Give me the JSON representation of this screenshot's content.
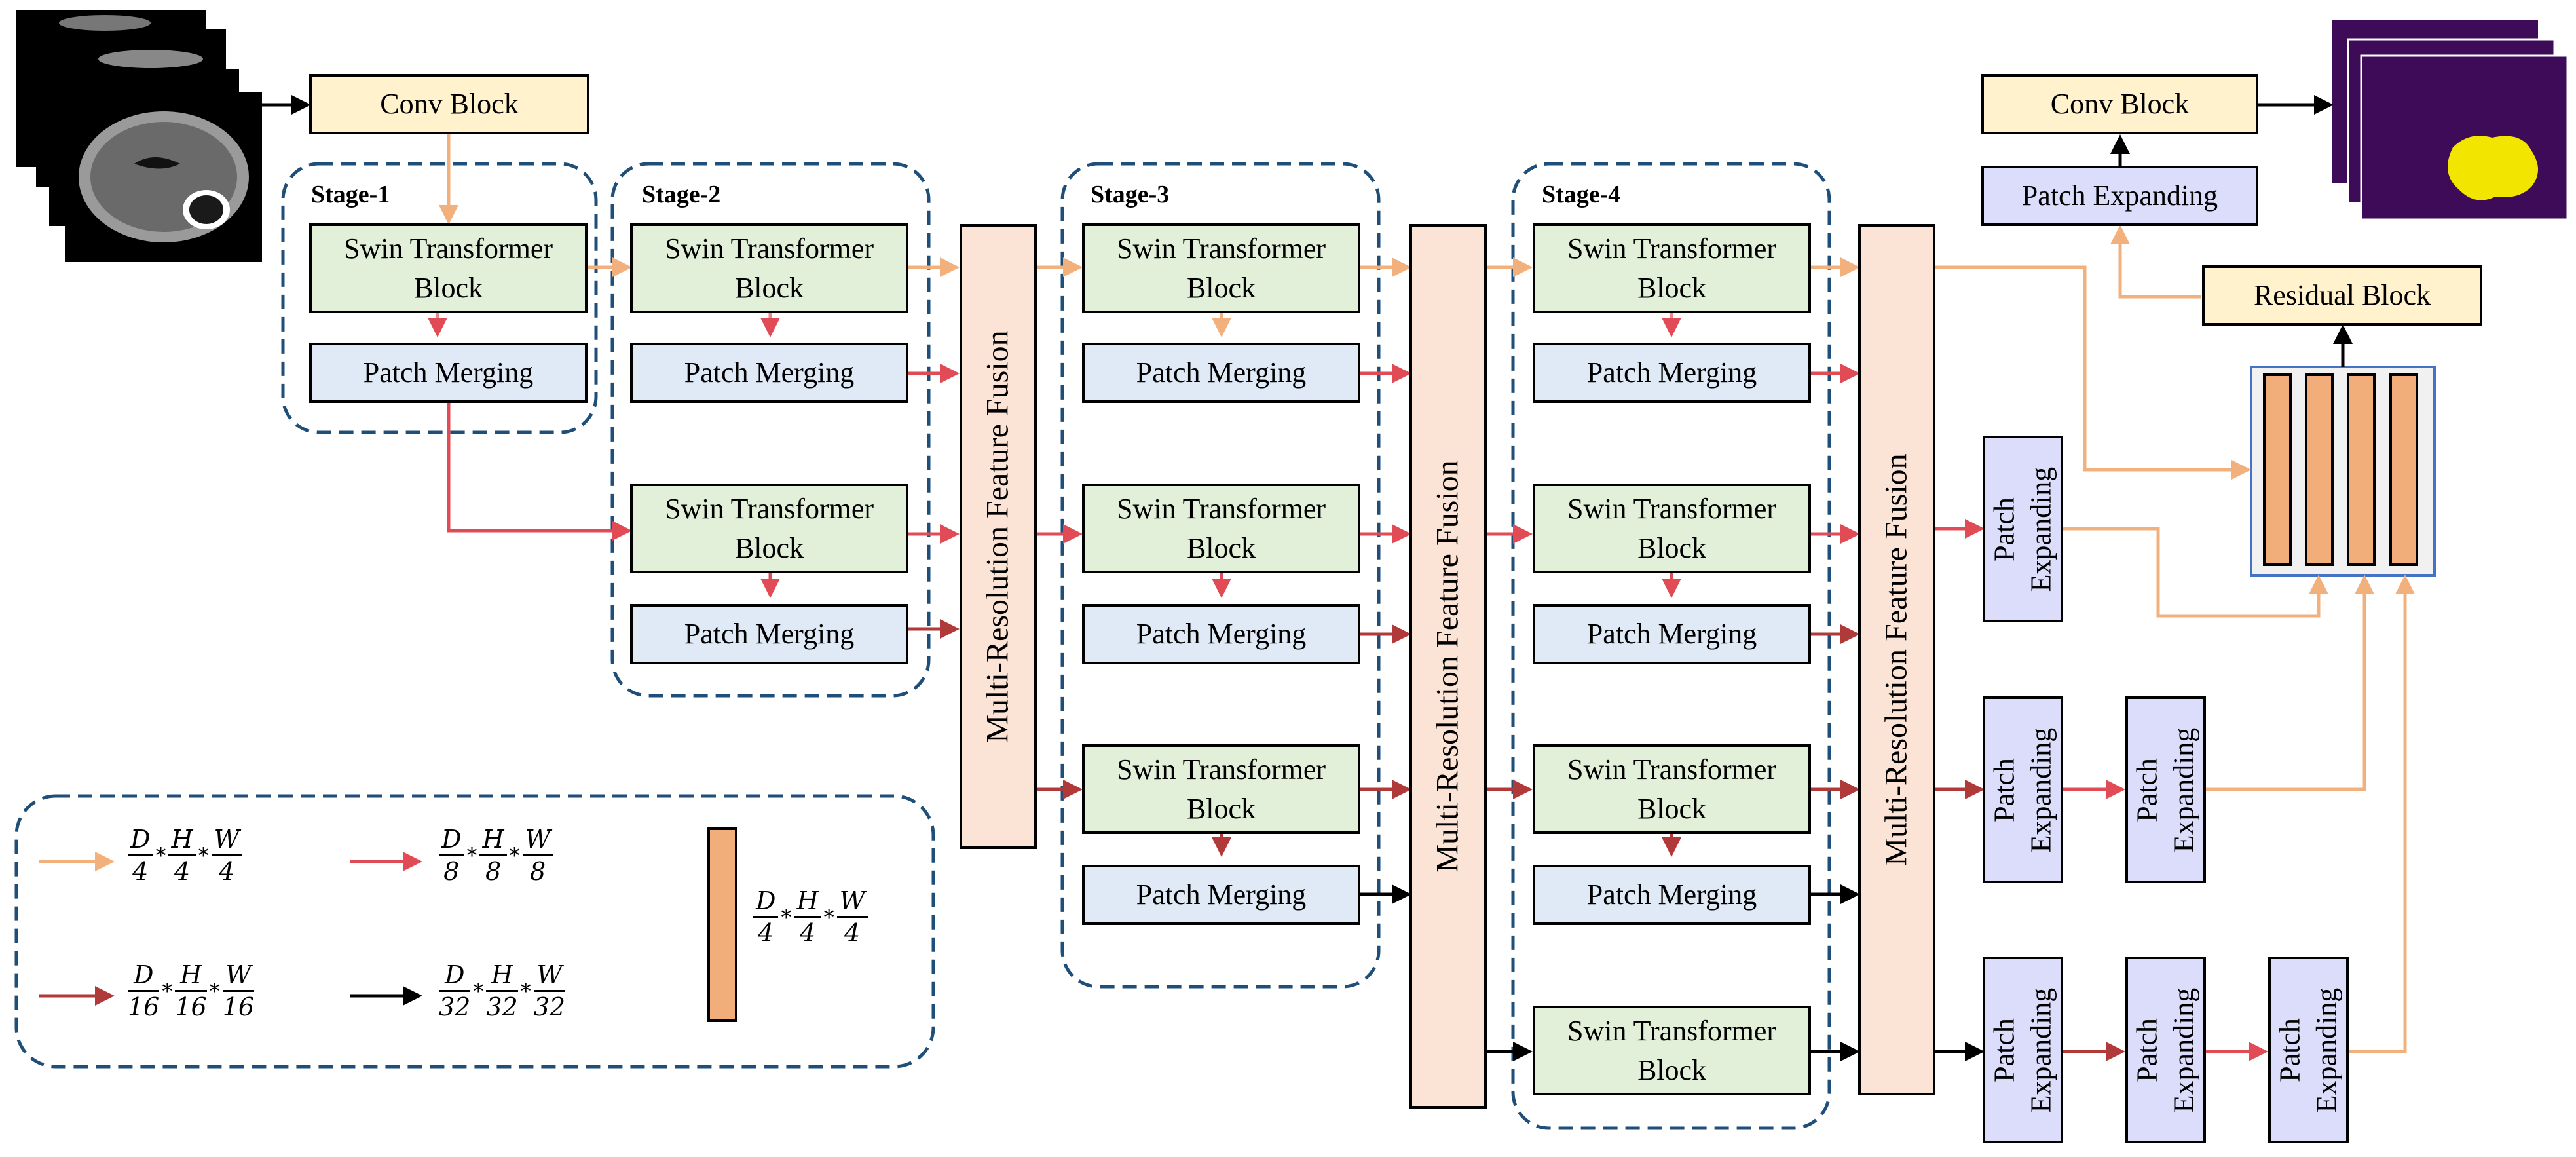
{
  "colors": {
    "orange_arrow": "#f2b07c",
    "red_arrow": "#e04b55",
    "darkred_arrow": "#b03a3a",
    "black_arrow": "#000000",
    "stage_border": "#1f4e79",
    "swin_fill": "#e2efd9",
    "merge_fill": "#dfeaf6",
    "conv_fill": "#fff2cc",
    "fusion_fill": "#fbe3d6",
    "pexp_fill": "#dcdcfb",
    "feature_bar_fill": "#f2ae7a",
    "segmentation_bg": "#3d0b57",
    "tumor_color": "#f2e600"
  },
  "labels": {
    "conv_block": "Conv Block",
    "swin_line1": "Swin Transformer",
    "swin_line2": "Block",
    "patch_merging": "Patch Merging",
    "patch_expanding": "Patch Expanding",
    "patch": "Patch",
    "expanding": "Expanding",
    "residual_block": "Residual Block",
    "mrff": "Multi-Resolution Feature Fusion",
    "stage1": "Stage-1",
    "stage2": "Stage-2",
    "stage3": "Stage-3",
    "stage4": "Stage-4"
  },
  "legend": [
    {
      "color": "orange",
      "d": "D",
      "h": "H",
      "w": "W",
      "n": "4"
    },
    {
      "color": "red",
      "d": "D",
      "h": "H",
      "w": "W",
      "n": "8"
    },
    {
      "color": "darkred",
      "d": "D",
      "h": "H",
      "w": "W",
      "n": "16"
    },
    {
      "color": "black",
      "d": "D",
      "h": "H",
      "w": "W",
      "n": "32"
    },
    {
      "color": "bar",
      "d": "D",
      "h": "H",
      "w": "W",
      "n": "4"
    }
  ],
  "legend_operator": "*"
}
